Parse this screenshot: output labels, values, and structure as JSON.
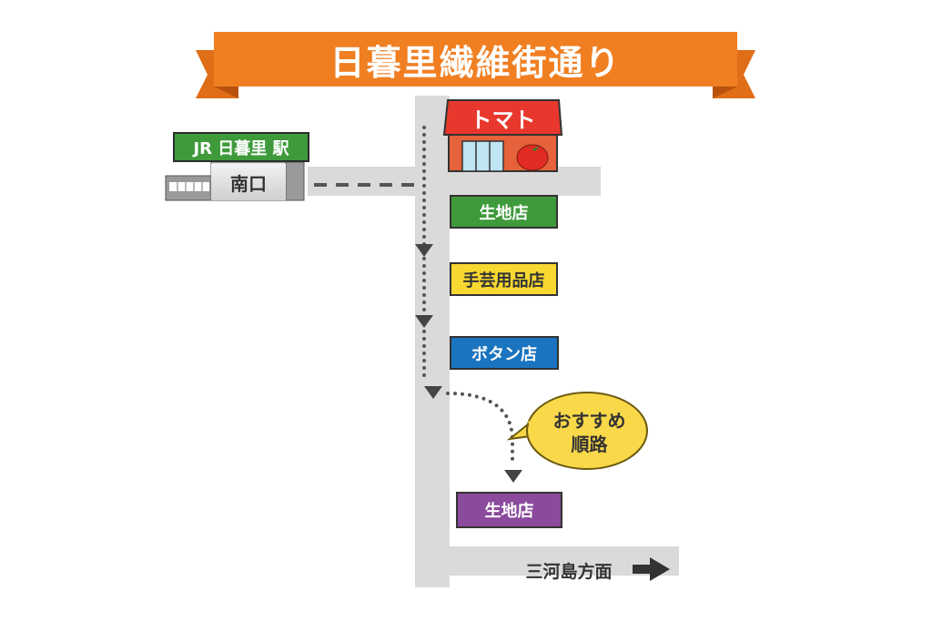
{
  "title": "日暮里繊維街通り",
  "station": {
    "name": "JR 日暮里 駅",
    "exit": "南口"
  },
  "landmark_shop": {
    "name": "トマト"
  },
  "stores": [
    {
      "label": "生地店",
      "color": "#3f9a3c"
    },
    {
      "label": "手芸用品店",
      "color": "#f7d831"
    },
    {
      "label": "ボタン店",
      "color": "#1a74bf"
    },
    {
      "label": "生地店",
      "color": "#8b4a9c"
    }
  ],
  "callout": {
    "line1": "おすすめ",
    "line2": "順路"
  },
  "direction": {
    "label": "三河島方面",
    "icon": "arrow-right-icon"
  },
  "colors": {
    "banner": "#f07f22",
    "road": "#d9d9d9",
    "shop_roof": "#e8382d",
    "bubble": "#f9d849"
  }
}
